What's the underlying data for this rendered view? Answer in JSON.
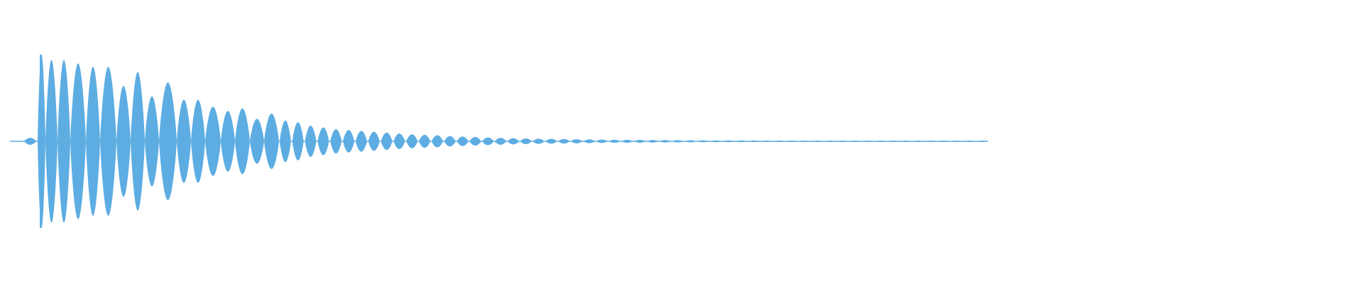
{
  "waveform": {
    "color": "#5dade2",
    "background": "#ffffff",
    "peak_amplitude": 1.0,
    "lead_in_lobe": 0.04,
    "head_lobes": [
      1.0,
      0.94,
      0.94,
      0.9,
      0.86,
      0.86,
      0.64,
      0.8,
      0.52,
      0.68,
      0.48,
      0.48,
      0.4,
      0.35,
      0.38,
      0.26,
      0.32
    ],
    "tail_lobes": [
      0.24,
      0.22,
      0.18,
      0.16,
      0.14,
      0.13,
      0.12,
      0.11,
      0.1,
      0.09,
      0.08,
      0.075,
      0.07,
      0.06,
      0.055,
      0.05,
      0.045,
      0.04,
      0.036,
      0.033,
      0.03,
      0.028,
      0.026,
      0.024,
      0.022,
      0.02,
      0.018,
      0.017,
      0.016,
      0.015,
      0.014,
      0.013,
      0.012,
      0.011,
      0.01,
      0.01,
      0.009,
      0.009,
      0.008,
      0.008,
      0.007,
      0.007,
      0.006,
      0.006,
      0.006,
      0.005,
      0.005,
      0.005,
      0.004,
      0.004,
      0.004,
      0.004,
      0.003,
      0.003,
      0.003,
      0.003
    ]
  }
}
